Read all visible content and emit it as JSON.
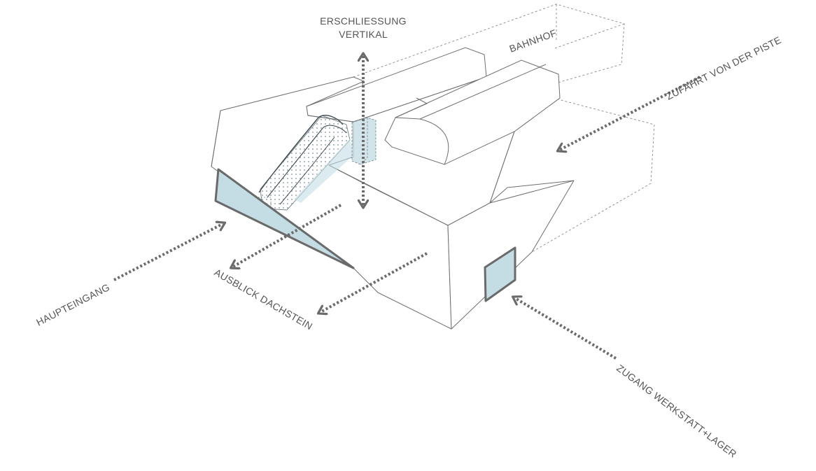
{
  "labels": {
    "vertical_line1": "ERSCHLIESSUNG",
    "vertical_line2": "VERTIKAL",
    "station": "BAHNHOF",
    "piste_access": "ZUFAHRT VON DER PISTE",
    "main_entrance": "HAUPTEINGANG",
    "view": "AUSBLICK DACHSTEIN",
    "workshop_access": "ZUGANG WERKSTATT+LAGER"
  },
  "colors": {
    "glass": "#c4dde4",
    "arrow": "#6b6b6b",
    "outline": "#7a7a7a",
    "text": "#555555"
  }
}
